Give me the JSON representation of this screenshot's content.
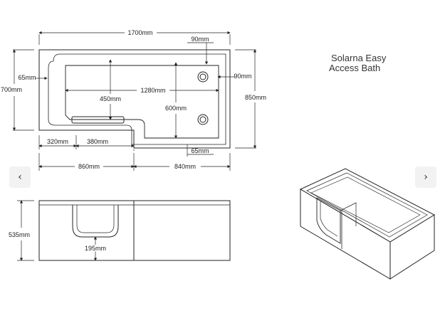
{
  "title": {
    "line1": "Solarna Easy",
    "line2": "Access Bath"
  },
  "dims": {
    "overall_length": "1700mm",
    "rim_90_top": "90mm",
    "rim_90_right": "90mm",
    "rim_65_left": "65mm",
    "rim_65_bottom": "65mm",
    "width_700": "700mm",
    "width_850": "850mm",
    "inner_450": "450mm",
    "inner_1280": "1280mm",
    "inner_600": "600mm",
    "seat_320": "320mm",
    "seat_380": "380mm",
    "len_860": "860mm",
    "len_840": "840mm",
    "height_535": "535mm",
    "door_195": "195mm"
  },
  "nav": {
    "prev_icon": "chevron-left-icon",
    "prev_glyph": "‹",
    "next_icon": "chevron-right-icon",
    "next_glyph": "›"
  }
}
